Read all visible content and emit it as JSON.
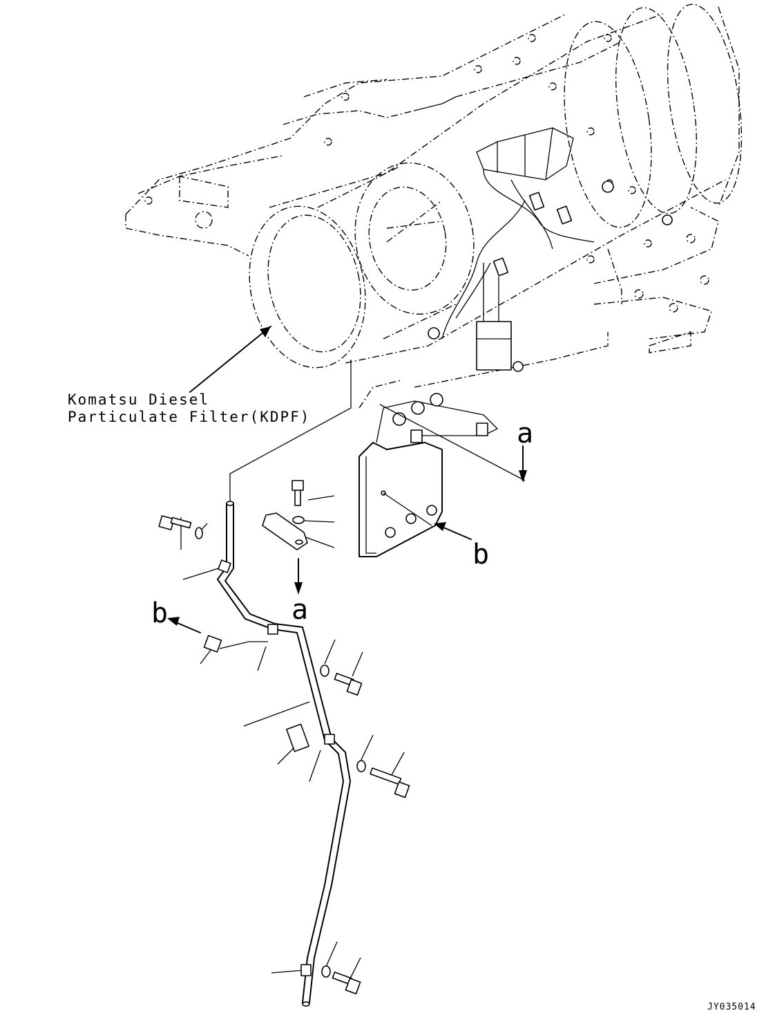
{
  "callout": {
    "line1": "Komatsu Diesel",
    "line2": "Particulate Filter(KDPF)"
  },
  "view_labels": {
    "a": "a",
    "b": "b"
  },
  "drawing_code": "JY035014",
  "colors": {
    "line": "#000000",
    "background": "#ffffff"
  }
}
